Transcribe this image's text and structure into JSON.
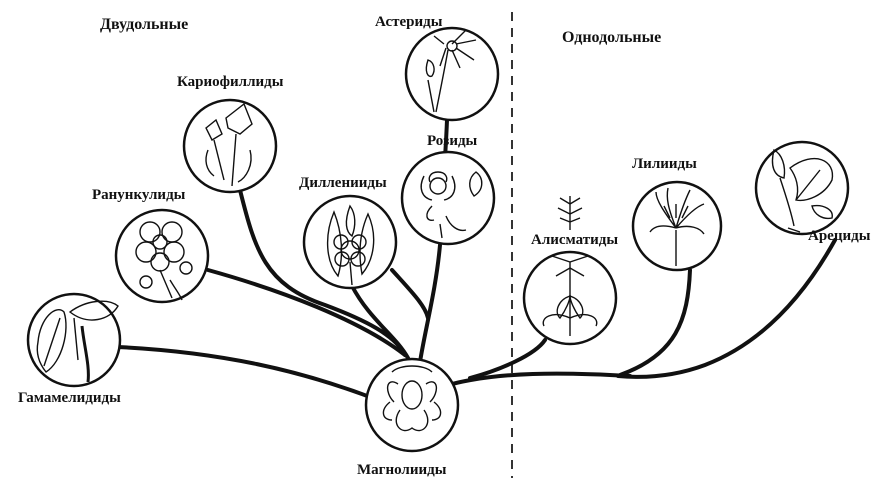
{
  "groups": {
    "dicots": "Двудольные",
    "monocots": "Однодольные"
  },
  "taxa": {
    "hamamelids": "Гамамелидиды",
    "magnoliids": "Магнолииды",
    "ranunculids": "Ранункулиды",
    "caryophyllids": "Кариофиллиды",
    "dilleniids": "Дилленииды",
    "asterids": "Астериды",
    "rosids": "Розиды",
    "alismatids": "Алисматиды",
    "liliids": "Лилииды",
    "arecids": "Арециды"
  },
  "colors": {
    "ink": "#111111",
    "background": "#ffffff"
  }
}
